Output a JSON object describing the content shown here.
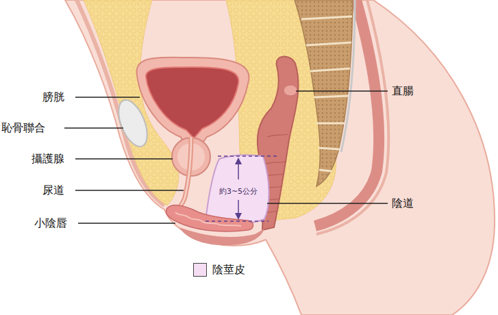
{
  "diagram": {
    "labels": [
      "膀胱",
      "恥骨聯合",
      "攝護腺",
      "尿道",
      "小陰唇",
      "直腸",
      "約3~5公分",
      "陰道"
    ],
    "legend": [
      {
        "text": "陰莖皮",
        "color": "#f5ddf3"
      }
    ]
  }
}
